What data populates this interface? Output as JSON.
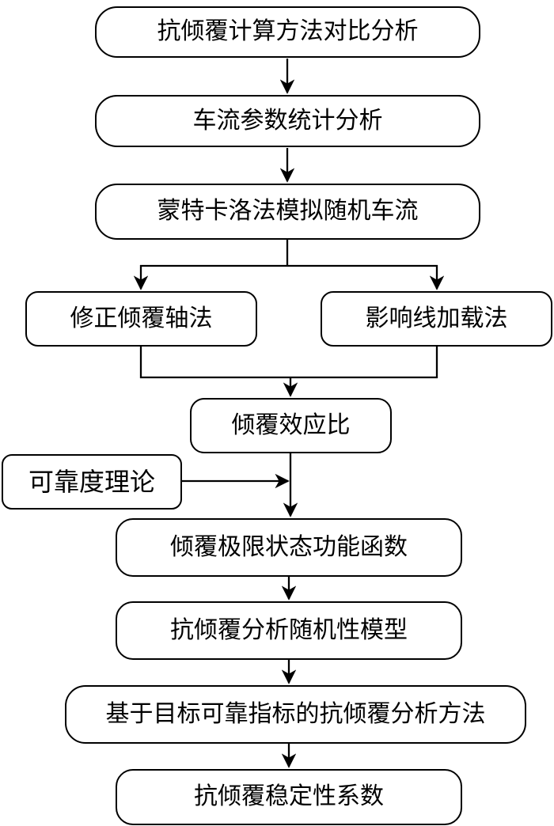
{
  "diagram": {
    "type": "flowchart",
    "direction": "top-down",
    "colors": {
      "line": "#000000",
      "node_fill": "#ffffff",
      "text": "#000000"
    },
    "nodes": [
      {
        "id": "compare-analysis",
        "label": "抗倾覆计算方法对比分析"
      },
      {
        "id": "traffic-params",
        "label": "车流参数统计分析"
      },
      {
        "id": "monte-carlo",
        "label": "蒙特卡洛法模拟随机车流"
      },
      {
        "id": "modified-overturning-axis",
        "label": "修正倾覆轴法"
      },
      {
        "id": "influence-line-loading",
        "label": "影响线加载法"
      },
      {
        "id": "overturning-effect-ratio",
        "label": "倾覆效应比"
      },
      {
        "id": "reliability-theory",
        "label": "可靠度理论"
      },
      {
        "id": "limit-state-function",
        "label": "倾覆极限状态功能函数"
      },
      {
        "id": "stochastic-model",
        "label": "抗倾覆分析随机性模型"
      },
      {
        "id": "target-reliability-method",
        "label": "基于目标可靠指标的抗倾覆分析方法"
      },
      {
        "id": "stability-coefficient",
        "label": "抗倾覆稳定性系数"
      }
    ],
    "edges": [
      {
        "from": "compare-analysis",
        "to": "traffic-params"
      },
      {
        "from": "traffic-params",
        "to": "monte-carlo"
      },
      {
        "from": "monte-carlo",
        "to": "modified-overturning-axis"
      },
      {
        "from": "monte-carlo",
        "to": "influence-line-loading"
      },
      {
        "from": "modified-overturning-axis",
        "to": "overturning-effect-ratio"
      },
      {
        "from": "influence-line-loading",
        "to": "overturning-effect-ratio"
      },
      {
        "from": "overturning-effect-ratio",
        "to": "limit-state-function"
      },
      {
        "from": "reliability-theory",
        "to": "limit-state-function"
      },
      {
        "from": "limit-state-function",
        "to": "stochastic-model"
      },
      {
        "from": "stochastic-model",
        "to": "target-reliability-method"
      },
      {
        "from": "target-reliability-method",
        "to": "stability-coefficient"
      }
    ]
  }
}
